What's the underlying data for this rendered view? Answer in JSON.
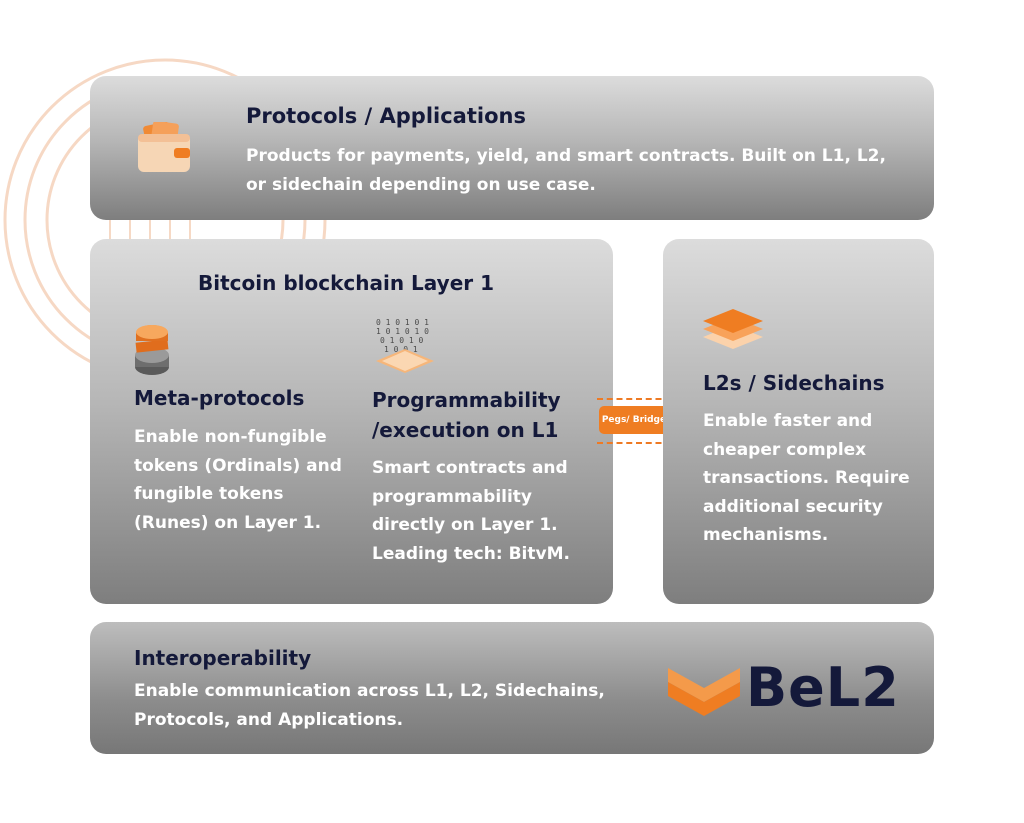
{
  "protocols": {
    "title": "Protocols / Applications",
    "description": "Products for payments, yield, and smart contracts. Built on L1, L2, or sidechain depending on use case.",
    "icon": "wallet-icon"
  },
  "layer1": {
    "title": "Bitcoin blockchain Layer 1",
    "meta": {
      "title": "Meta-protocols",
      "description": "Enable non-fungible tokens (Ordinals) and fungible tokens (Runes) on Layer 1.",
      "icon": "coin-stack-icon"
    },
    "programmability": {
      "title": "Programmability /execution on L1",
      "description": "Smart contracts and programmability directly on Layer 1. Leading tech: BitvM.",
      "icon": "binary-code-icon"
    }
  },
  "bridge": {
    "label": "Pegs/ Bridges*"
  },
  "l2": {
    "title": "L2s / Sidechains",
    "description": "Enable faster and cheaper complex transactions.  Require additional security mechanisms.",
    "icon": "layers-icon"
  },
  "interop": {
    "title": "Interoperability",
    "description": "Enable communication across L1, L2, Sidechains, Protocols, and Applications."
  },
  "logo": {
    "text": "BeL2"
  },
  "colors": {
    "accent": "#ef7d22",
    "heading": "#14193a",
    "panel": "#9a9a9a"
  }
}
